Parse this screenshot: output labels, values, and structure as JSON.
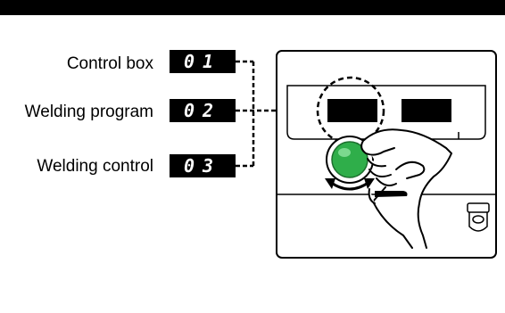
{
  "rows": [
    {
      "label": "Control box",
      "code": "01"
    },
    {
      "label": "Welding program",
      "code": "02"
    },
    {
      "label": "Welding control",
      "code": "03"
    }
  ],
  "colors": {
    "knob": "#2fae4a",
    "knob_highlight": "#8fe39f",
    "display_bg": "#000000",
    "line": "#000000"
  }
}
